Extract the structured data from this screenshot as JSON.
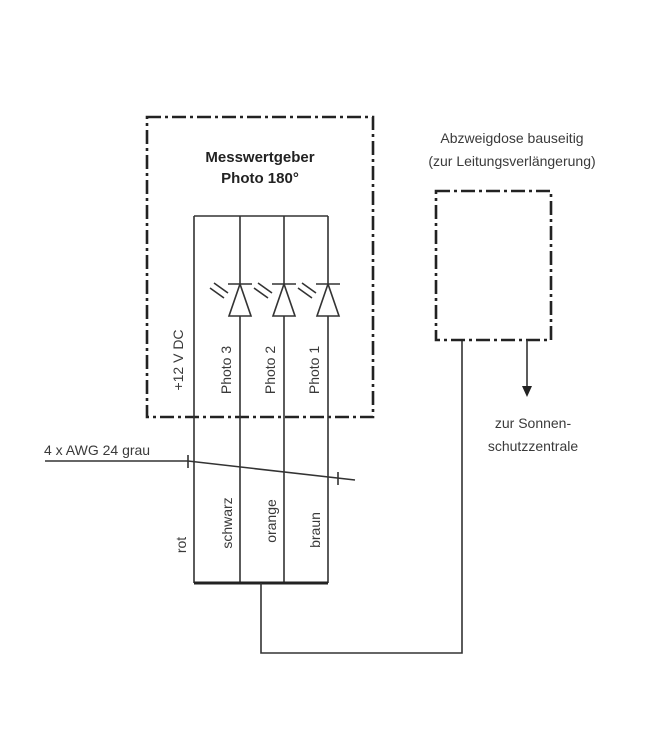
{
  "sensor_box": {
    "title": "Messwertgeber",
    "subtitle": "Photo 180°"
  },
  "terminals": [
    "+12 V DC",
    "Photo 3",
    "Photo 2",
    "Photo 1"
  ],
  "cable": {
    "label": "4 x AWG 24 grau"
  },
  "wire_colors": [
    "rot",
    "schwarz",
    "orange",
    "braun"
  ],
  "junction_box": {
    "title": "Abzweigdose bauseitig",
    "subtitle": "(zur Leitungsverlängerung)"
  },
  "destination": {
    "line1": "zur Sonnen-",
    "line2": "schutzzentrale"
  }
}
